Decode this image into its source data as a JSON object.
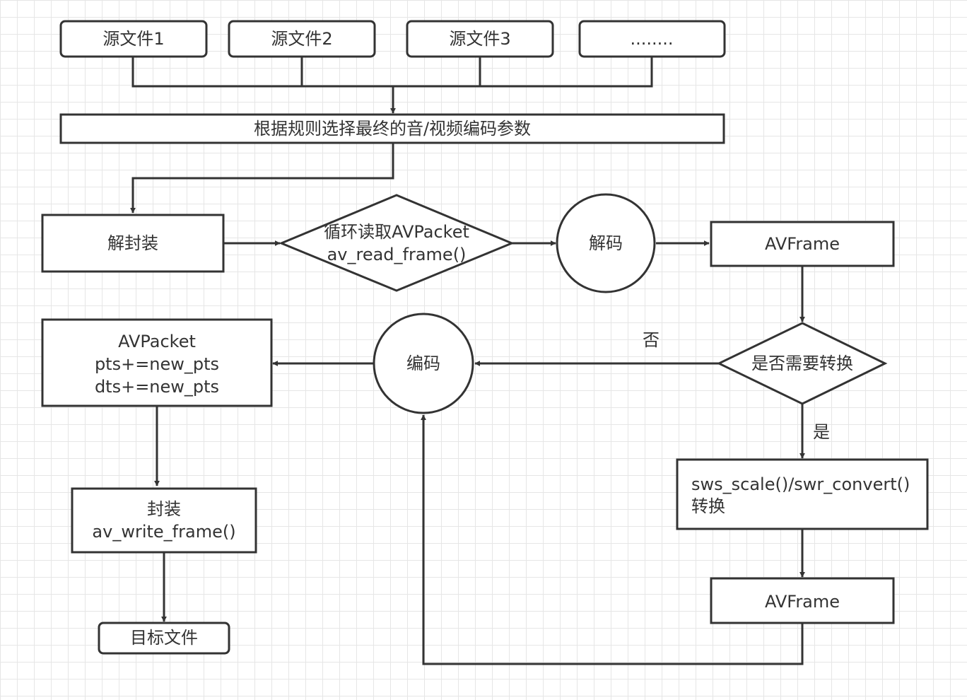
{
  "nodes": {
    "src1": "源文件1",
    "src2": "源文件2",
    "src3": "源文件3",
    "src_more": "........",
    "select_params": "根据规则选择最终的音/视频编码参数",
    "demux": "解封装",
    "read_loop": [
      "循环读取AVPacket",
      "av_read_frame()"
    ],
    "decode": "解码",
    "avframe_decoded": "AVFrame",
    "need_convert": "是否需要转换",
    "convert": [
      "sws_scale()/swr_convert()",
      "转换"
    ],
    "avframe_converted": "AVFrame",
    "encode": "编码",
    "avpacket_pts": [
      "AVPacket",
      "pts+=new_pts",
      "dts+=new_pts"
    ],
    "mux": [
      "封装",
      "av_write_frame()"
    ],
    "target": "目标文件"
  },
  "edge_labels": {
    "no": "否",
    "yes": "是"
  }
}
